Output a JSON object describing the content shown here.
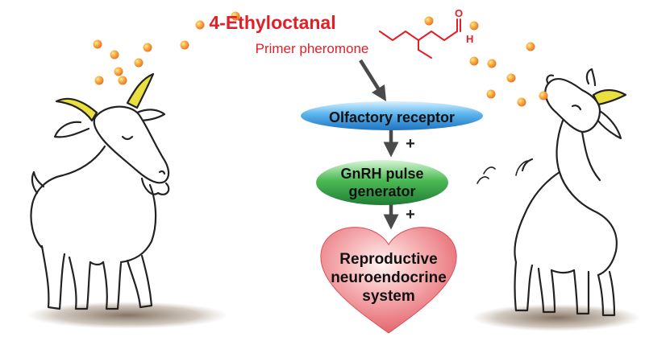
{
  "compound": {
    "name": "4-Ethyloctanal",
    "subtitle": "Primer pheromone",
    "aldehyde_o": "O",
    "aldehyde_h": "H"
  },
  "pathway": {
    "receptor": "Olfactory receptor",
    "gnrh_line1": "GnRH pulse",
    "gnrh_line2": "generator",
    "system_line1": "Reproductive",
    "system_line2": "neuroendocrine",
    "system_line3": "system",
    "plus": "+"
  },
  "colors": {
    "title_red": "#e21f26",
    "receptor_blue": "#2f8fd6",
    "gnrh_green": "#2f9a45",
    "heart_pink": "#e8636b",
    "arrow_gray": "#4a4a4a",
    "horn_yellow": "#e9df3f",
    "molecule_dot": "#f3a23a"
  },
  "icons": [
    "male-goat-icon",
    "female-goat-icon",
    "pheromone-molecule-icon",
    "heart-icon"
  ]
}
